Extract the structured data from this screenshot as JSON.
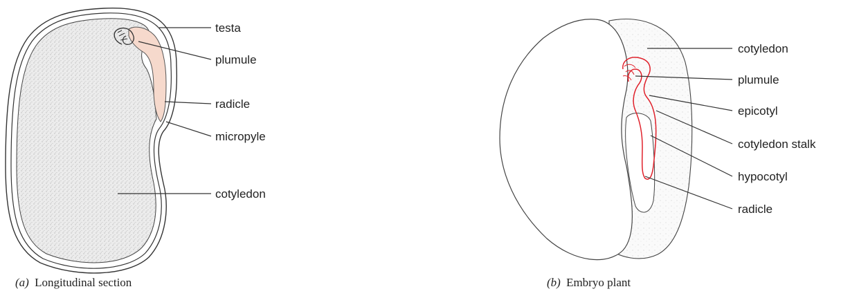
{
  "panel_a": {
    "labels": {
      "testa": "testa",
      "plumule": "plumule",
      "radicle": "radicle",
      "micropyle": "micropyle",
      "cotyledon": "cotyledon"
    },
    "caption": {
      "letter": "(a)",
      "text": "Longitudinal section"
    }
  },
  "panel_b": {
    "labels": {
      "cotyledon": "cotyledon",
      "plumule": "plumule",
      "epicotyl": "epicotyl",
      "cotyledon_stalk": "cotyledon stalk",
      "hypocotyl": "hypocotyl",
      "radicle": "radicle"
    },
    "caption": {
      "letter": "(b)",
      "text": "Embryo plant"
    }
  },
  "colors": {
    "embryo_fill": "#f6d9cc",
    "embryo_outline_b": "#e0202a",
    "seed_stipple": "#d9d9d9"
  }
}
